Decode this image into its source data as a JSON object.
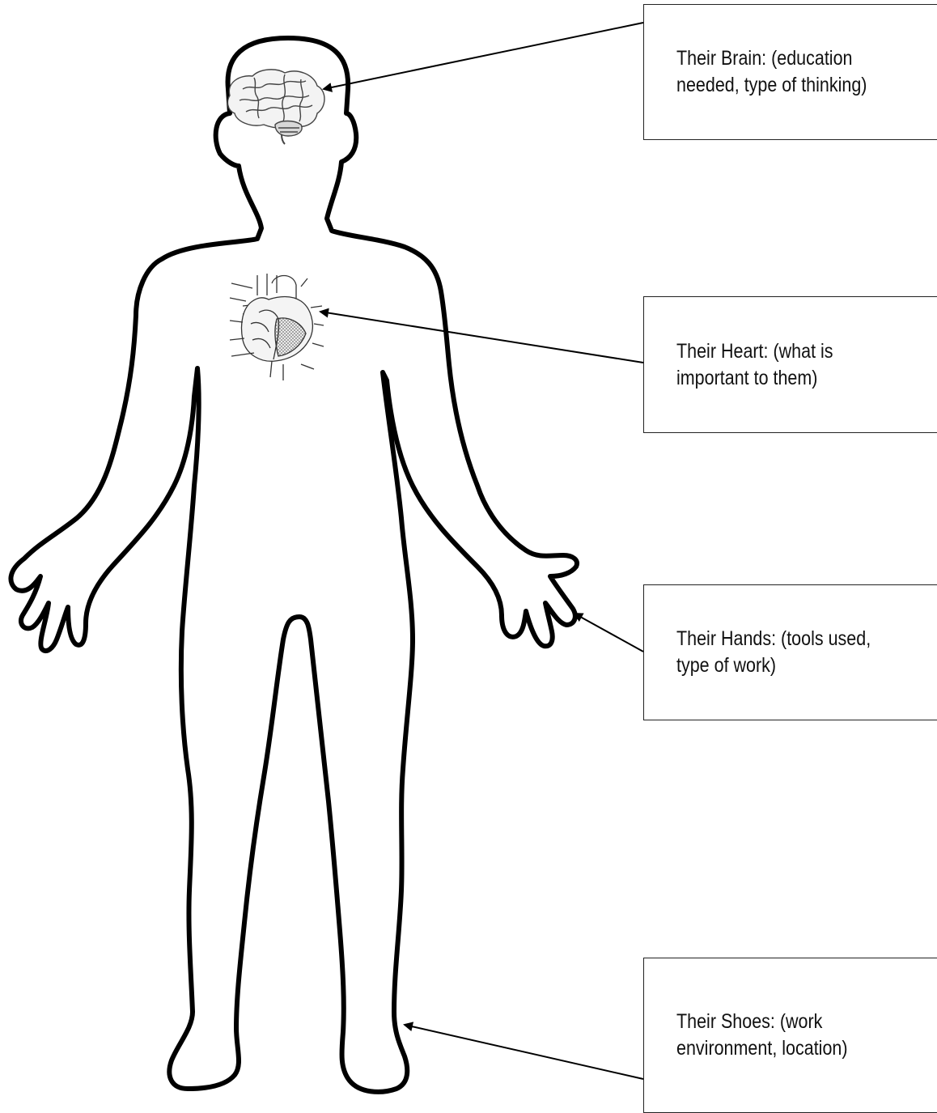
{
  "labels": {
    "brain": "Their Brain: (education\nneeded, type of thinking)",
    "heart": "Their Heart: (what is\nimportant to them)",
    "hands": "Their Hands: (tools used,\ntype of work)",
    "shoes": "Their Shoes: (work\nenvironment, location)"
  },
  "colors": {
    "outline": "#000000",
    "box_border": "#222222",
    "background": "#ffffff"
  },
  "icons": [
    "brain-icon",
    "heart-anatomy-icon"
  ]
}
